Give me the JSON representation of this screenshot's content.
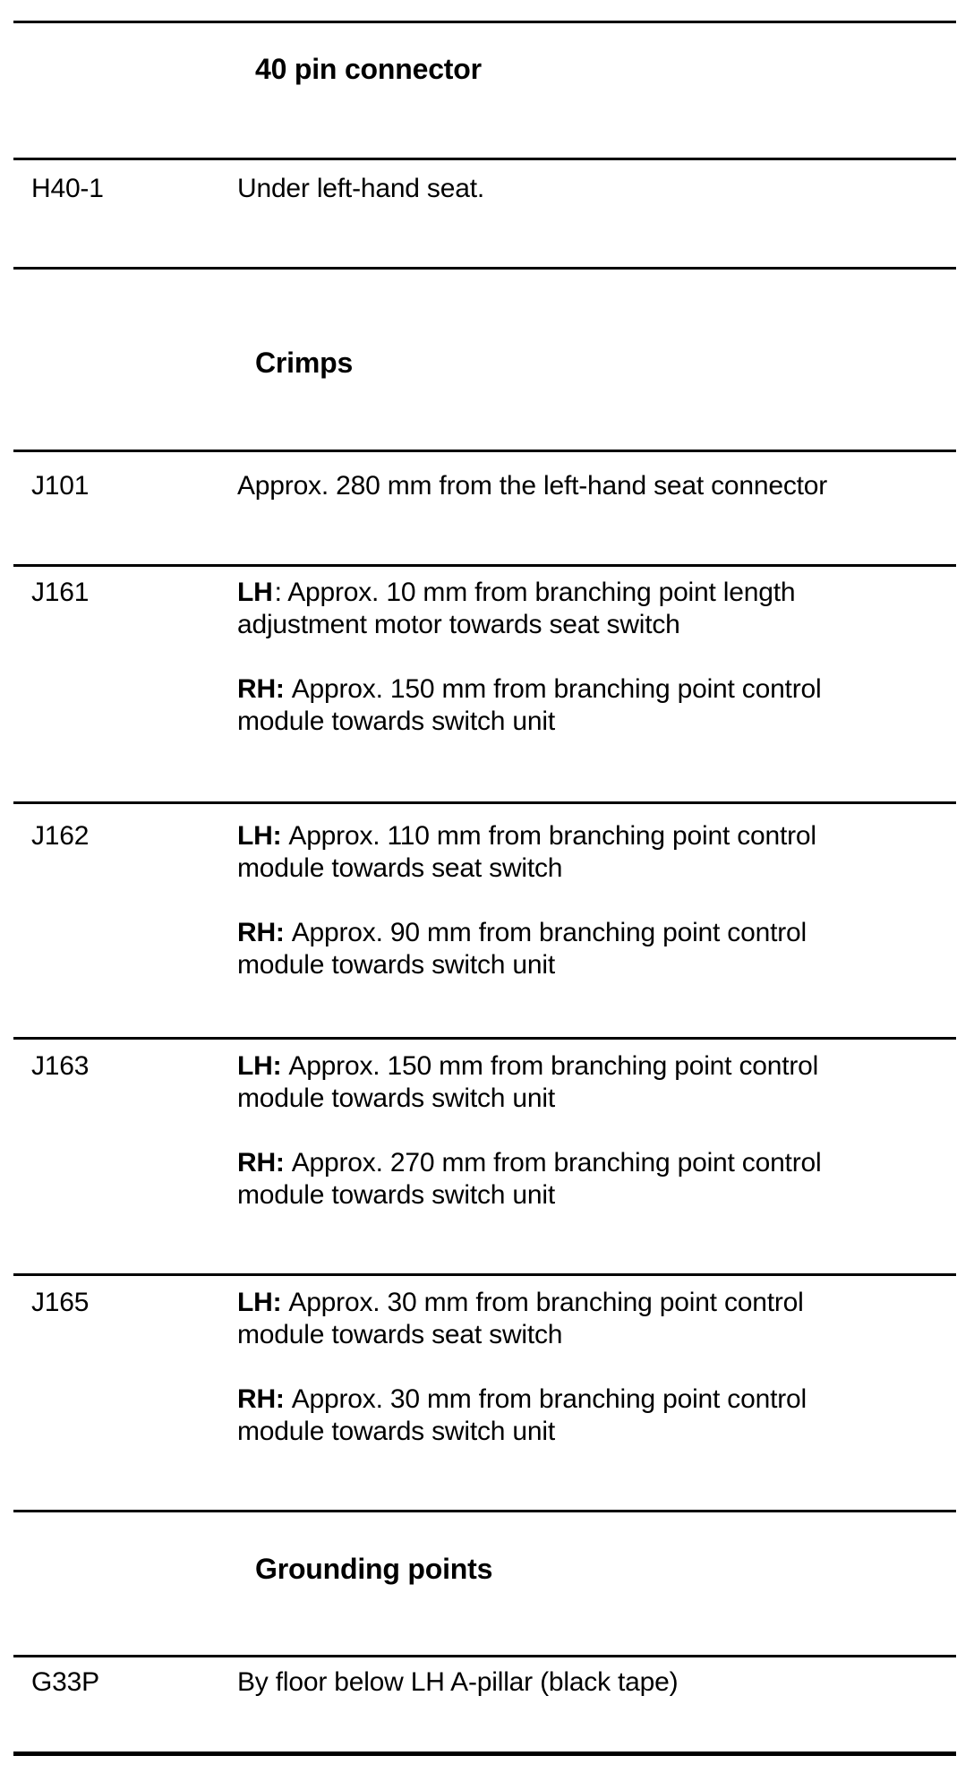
{
  "page": {
    "background_color": "#ffffff",
    "text_color": "#000000",
    "rule_color": "#000000"
  },
  "sections": [
    {
      "type": "heading",
      "label": "40 pin connector"
    },
    {
      "type": "row",
      "id": "H40-1",
      "paragraphs": [
        {
          "label": "",
          "text": "Under left-hand seat."
        }
      ]
    },
    {
      "type": "heading",
      "label": "Crimps"
    },
    {
      "type": "row",
      "id": "J101",
      "paragraphs": [
        {
          "label": "",
          "text": "Approx. 280 mm from the left-hand seat connector"
        }
      ]
    },
    {
      "type": "row",
      "id": "J161",
      "paragraphs": [
        {
          "label": "LH",
          "text": ": Approx. 10 mm from branching point length\nadjustment motor towards seat switch"
        },
        {
          "label": "RH:",
          "text": "Approx. 150 mm from branching point control\nmodule towards switch unit"
        }
      ]
    },
    {
      "type": "row",
      "id": "J162",
      "paragraphs": [
        {
          "label": "LH:",
          "text": "Approx. 110 mm from branching point control\nmodule towards seat switch"
        },
        {
          "label": "RH:",
          "text": "Approx. 90 mm from branching point control\nmodule towards switch unit"
        }
      ]
    },
    {
      "type": "row",
      "id": "J163",
      "paragraphs": [
        {
          "label": "LH:",
          "text": "Approx. 150 mm from branching point control\nmodule towards switch unit"
        },
        {
          "label": "RH:",
          "text": "Approx. 270 mm from branching point control\nmodule towards switch unit"
        }
      ]
    },
    {
      "type": "row",
      "id": "J165",
      "paragraphs": [
        {
          "label": "LH:",
          "text": "Approx. 30 mm from branching point control\nmodule towards seat switch"
        },
        {
          "label": "RH:",
          "text": "Approx. 30 mm from branching point control\nmodule towards switch unit"
        }
      ]
    },
    {
      "type": "heading",
      "label": "Grounding points"
    },
    {
      "type": "row",
      "id": "G33P",
      "paragraphs": [
        {
          "label": "",
          "text": "By floor below LH A-pillar (black tape)"
        }
      ]
    }
  ]
}
